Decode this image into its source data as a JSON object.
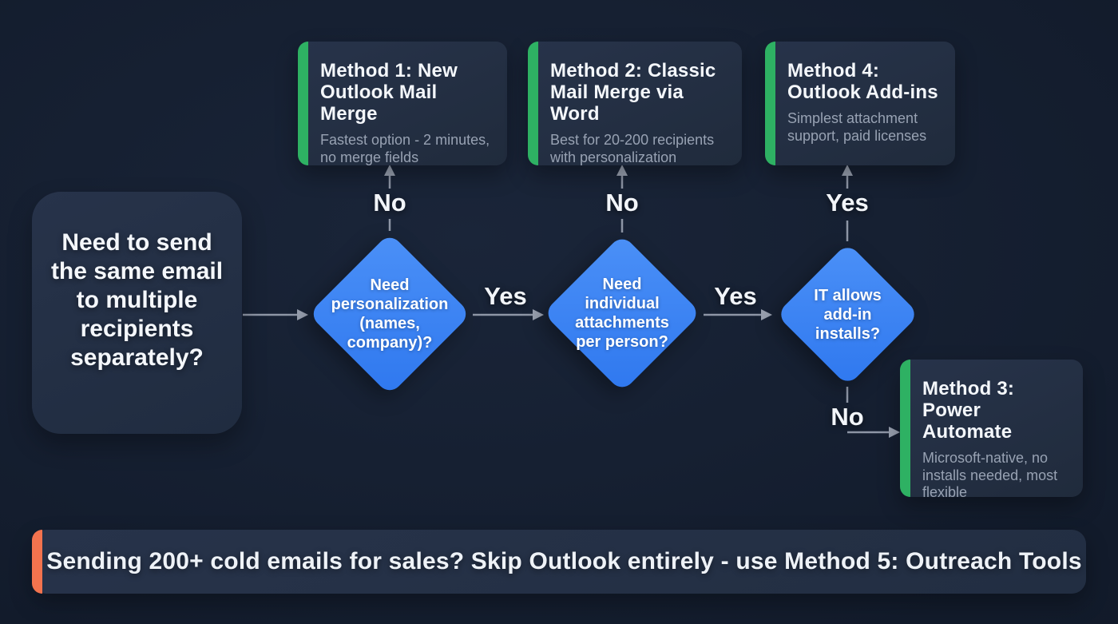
{
  "palette": {
    "bg": "#121b2b",
    "card": "#27334a",
    "accent_green": "#2eb163",
    "accent_orange": "#f3734e",
    "decision_blue": "#3b82f6",
    "arrow_gray": "#8e96a6",
    "title_text": "#f4f7fb",
    "subtitle_text": "#98a2b3"
  },
  "start": {
    "text": "Need to send\nthe same email\nto multiple\nrecipients\nseparately?"
  },
  "decisions": [
    {
      "text": "Need\npersonalization\n(names,\ncompany)?"
    },
    {
      "text": "Need\nindividual\nattachments\nper person?"
    },
    {
      "text": "IT allows\nadd-in\ninstalls?"
    }
  ],
  "methods": [
    {
      "title": "Method 1: New\nOutlook Mail Merge",
      "subtitle": "Fastest option - 2 minutes,\nno merge fields"
    },
    {
      "title": "Method 2: Classic\nMail Merge via Word",
      "subtitle": "Best for 20-200 recipients\nwith personalization"
    },
    {
      "title": "Method 4:\nOutlook Add-ins",
      "subtitle": "Simplest attachment\nsupport, paid licenses"
    },
    {
      "title": "Method 3:\nPower Automate",
      "subtitle": "Microsoft-native, no\ninstalls needed, most\nflexible"
    }
  ],
  "edges": {
    "d1_to_m1": {
      "label": "No"
    },
    "d2_to_m2": {
      "label": "No"
    },
    "d3_to_m4": {
      "label": "Yes"
    },
    "d1_to_d2": {
      "label": "Yes"
    },
    "d2_to_d3": {
      "label": "Yes"
    },
    "d3_to_m3": {
      "label": "No"
    }
  },
  "banner": {
    "text": "Sending 200+ cold emails for sales? Skip Outlook entirely - use Method 5: Outreach Tools"
  }
}
